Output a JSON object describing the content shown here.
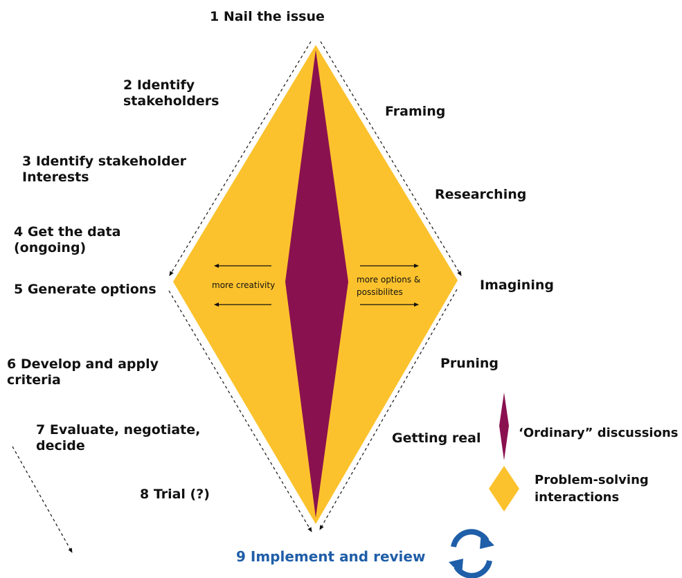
{
  "steps": {
    "s1": "1 Nail the issue",
    "s2_line1": "2 Identify",
    "s2_line2": "stakeholders",
    "s3_line1": "3 Identify stakeholder",
    "s3_line2": "Interests",
    "s4_line1": "4 Get the data",
    "s4_line2": "(ongoing)",
    "s5": "5 Generate options",
    "s6_line1": "6 Develop and apply",
    "s6_line2": "criteria",
    "s7_line1": "7 Evaluate, negotiate,",
    "s7_line2": "decide",
    "s8": "8 Trial (?)",
    "s9": "9 Implement and review"
  },
  "phases": [
    "Framing",
    "Researching",
    "Imagining",
    "Pruning",
    "Getting real"
  ],
  "inner": {
    "left_text": "more creativity",
    "right_text_line1": "more options &",
    "right_text_line2": "possibilites"
  },
  "legend": {
    "ordinary": "‘Ordinary” discussions",
    "problem_line1": "Problem-solving",
    "problem_line2": "interactions"
  },
  "colors": {
    "gold": "#fcc22d",
    "plum": "#8a1150",
    "blue": "#1f5ea8"
  },
  "icons": {
    "cycle": "refresh-cycle-icon"
  }
}
